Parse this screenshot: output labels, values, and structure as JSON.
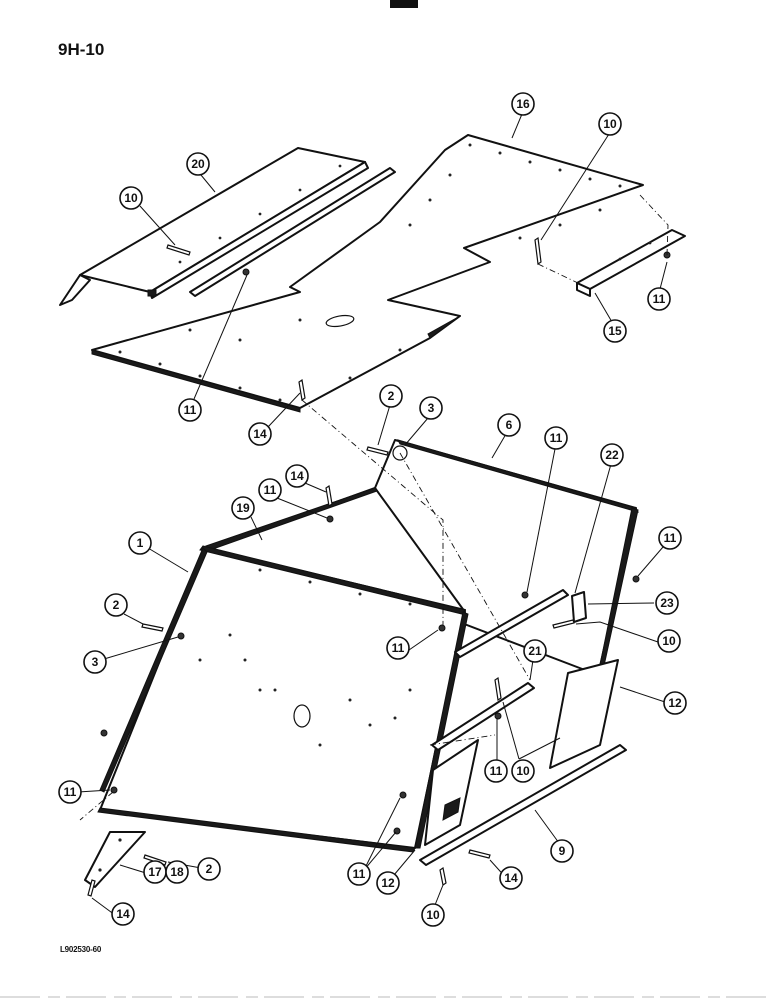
{
  "page_code": "9H-10",
  "figure_code": "L902530-60",
  "callouts": [
    {
      "label": "16"
    },
    {
      "label": "10"
    },
    {
      "label": "20"
    },
    {
      "label": "10"
    },
    {
      "label": "11"
    },
    {
      "label": "15"
    },
    {
      "label": "11"
    },
    {
      "label": "14"
    },
    {
      "label": "2"
    },
    {
      "label": "3"
    },
    {
      "label": "6"
    },
    {
      "label": "11"
    },
    {
      "label": "22"
    },
    {
      "label": "14"
    },
    {
      "label": "11"
    },
    {
      "label": "19"
    },
    {
      "label": "1"
    },
    {
      "label": "11"
    },
    {
      "label": "2"
    },
    {
      "label": "23"
    },
    {
      "label": "3"
    },
    {
      "label": "11"
    },
    {
      "label": "10"
    },
    {
      "label": "21"
    },
    {
      "label": "12"
    },
    {
      "label": "11"
    },
    {
      "label": "11"
    },
    {
      "label": "10"
    },
    {
      "label": "9"
    },
    {
      "label": "2"
    },
    {
      "label": "11"
    },
    {
      "label": "12"
    },
    {
      "label": "14"
    },
    {
      "label": "17"
    },
    {
      "label": "18"
    },
    {
      "label": "10"
    },
    {
      "label": "14"
    }
  ]
}
